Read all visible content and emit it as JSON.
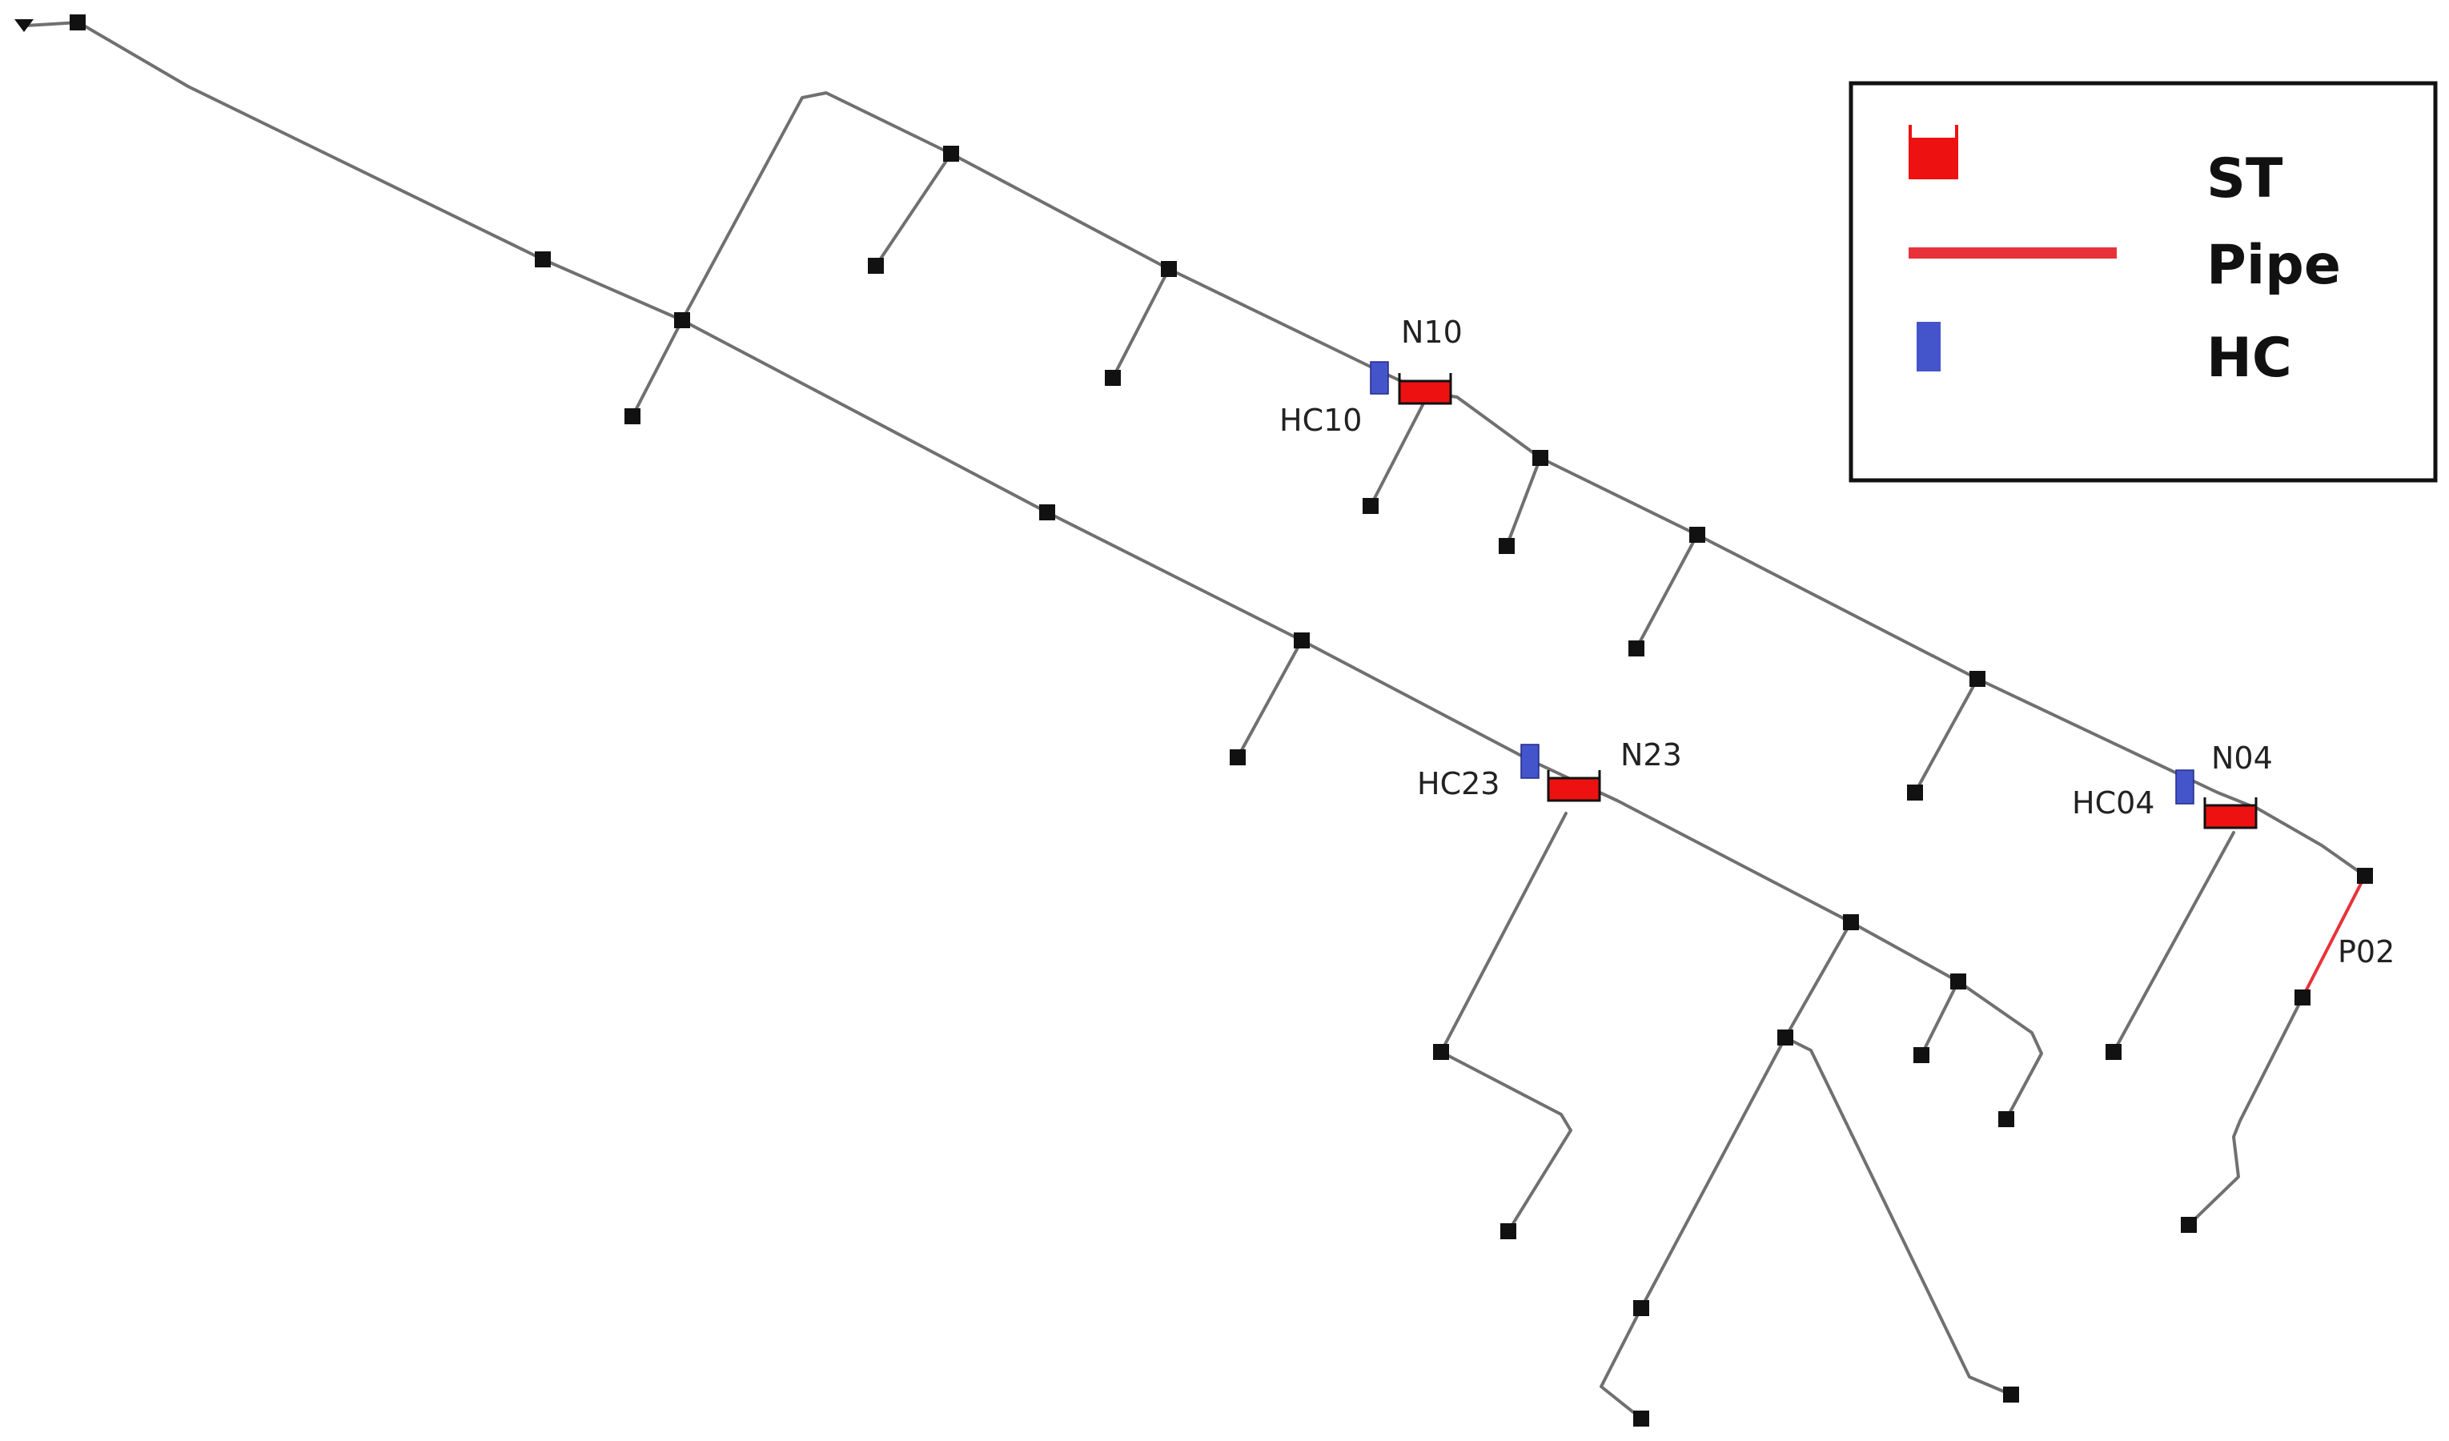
{
  "nodes": {
    "n10": "N10",
    "n23": "N23",
    "n04": "N04"
  },
  "hcs": {
    "hc10": "HC10",
    "hc23": "HC23",
    "hc04": "HC04"
  },
  "pipes": {
    "p02": "P02"
  },
  "legend": {
    "st_label": "ST",
    "pipe_label": "Pipe",
    "hc_label": "HC"
  },
  "colors": {
    "storage_tank": "#ee1111",
    "pipe_highlight": "#e8323a",
    "house_connection": "#4455cc",
    "pipe_default": "#707070",
    "node": "#111111"
  }
}
